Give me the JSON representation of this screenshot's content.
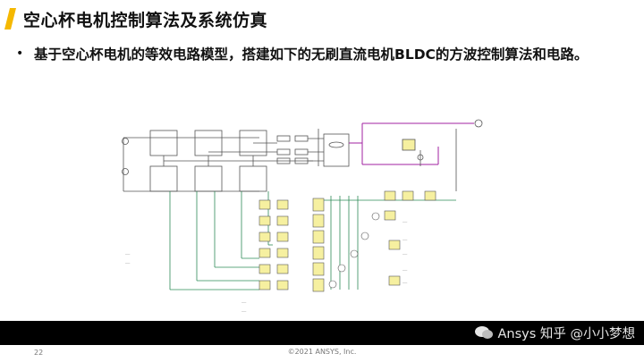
{
  "slide": {
    "title": "空心杯电机控制算法及系统仿真",
    "bullet": "基于空心杯电机的等效电路模型，搭建如下的无刷直流电机BLDC的方波控制算法和电路。",
    "page_number": "22",
    "copyright": "©2021 ANSYS, Inc.",
    "watermark": "Ansys 知乎 @小小梦想"
  },
  "colors": {
    "accent": "#f5b800",
    "wire": "#2e8b57",
    "motor_wire": "#a020a0",
    "block_fill": "#f6f0a0",
    "circuit": "#555555"
  }
}
